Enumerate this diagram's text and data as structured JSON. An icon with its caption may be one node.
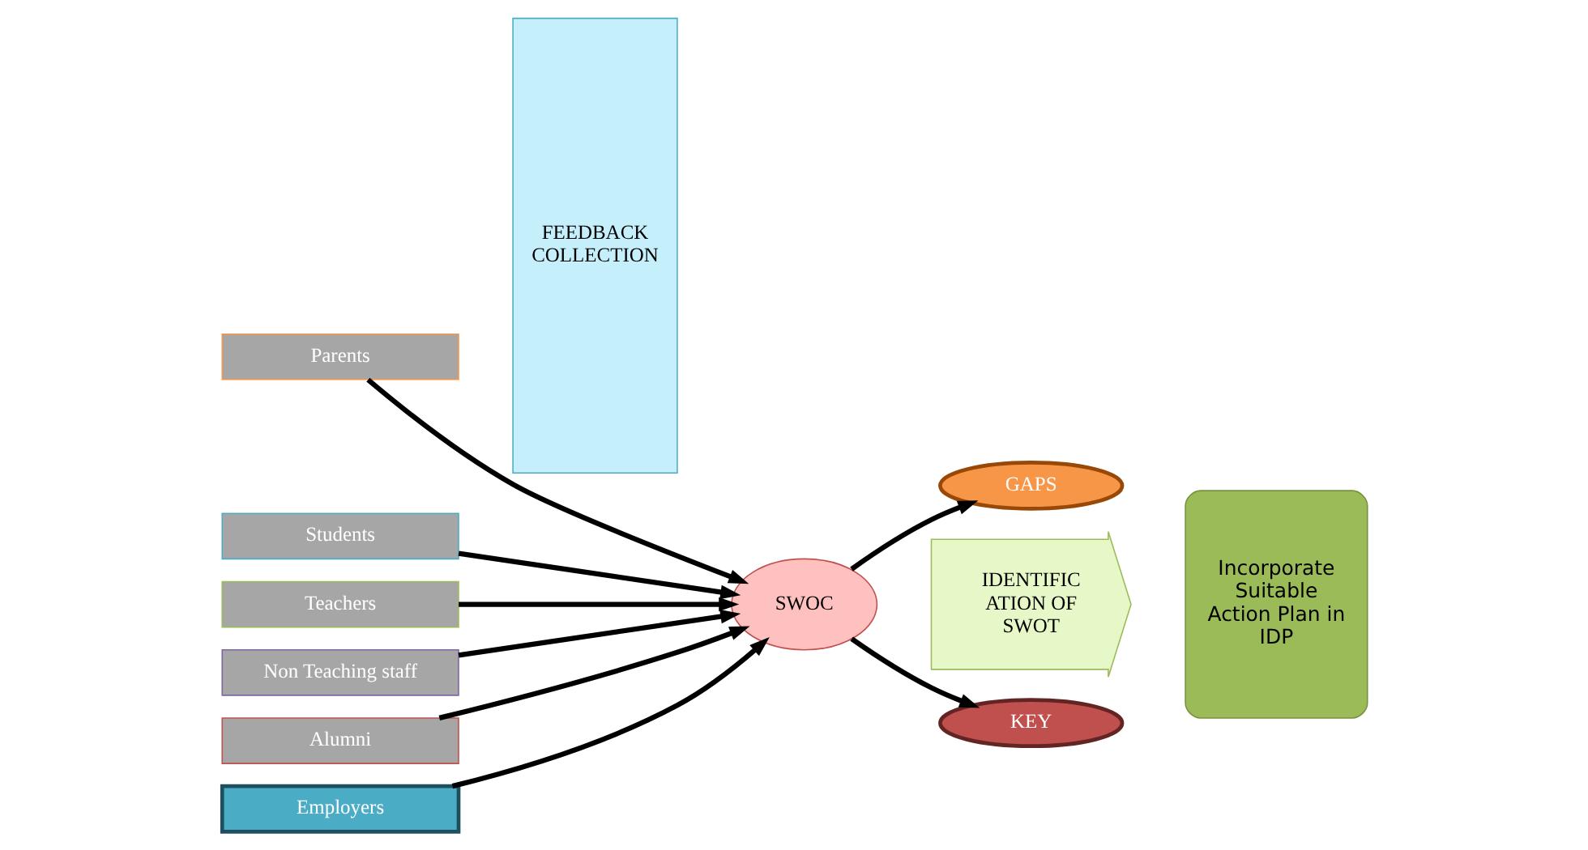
{
  "diagram": {
    "nodes": [
      {
        "text": [
          "Parents"
        ]
      },
      {
        "text": [
          "Students"
        ]
      },
      {
        "text": [
          "Teachers"
        ]
      },
      {
        "text": [
          "Non Teaching staff"
        ]
      },
      {
        "text": [
          "Alumni"
        ]
      },
      {
        "text": [
          "Employers"
        ]
      },
      {
        "text": [
          "FEEDBACK COLLECTION"
        ]
      },
      {
        "text": [
          "SWOC"
        ]
      },
      {
        "text": [
          "GAPS"
        ]
      },
      {
        "text": [
          "KEY"
        ]
      },
      {
        "text": [
          "IDENTIFIC ATION OF SWOT"
        ]
      },
      {
        "text": [
          "Incorporate Suitable Action Plan in IDP"
        ]
      }
    ],
    "edges": [
      {
        "from": 0,
        "to": 7,
        "arrow": "to"
      },
      {
        "from": 1,
        "to": 7,
        "arrow": "to"
      },
      {
        "from": 2,
        "to": 7,
        "arrow": "to"
      },
      {
        "from": 3,
        "to": 7,
        "arrow": "to"
      },
      {
        "from": 4,
        "to": 7,
        "arrow": "to"
      },
      {
        "from": 5,
        "to": 7,
        "arrow": "to"
      },
      {
        "from": 7,
        "to": 8,
        "arrow": "to"
      },
      {
        "from": 7,
        "to": 9,
        "arrow": "to"
      }
    ]
  }
}
